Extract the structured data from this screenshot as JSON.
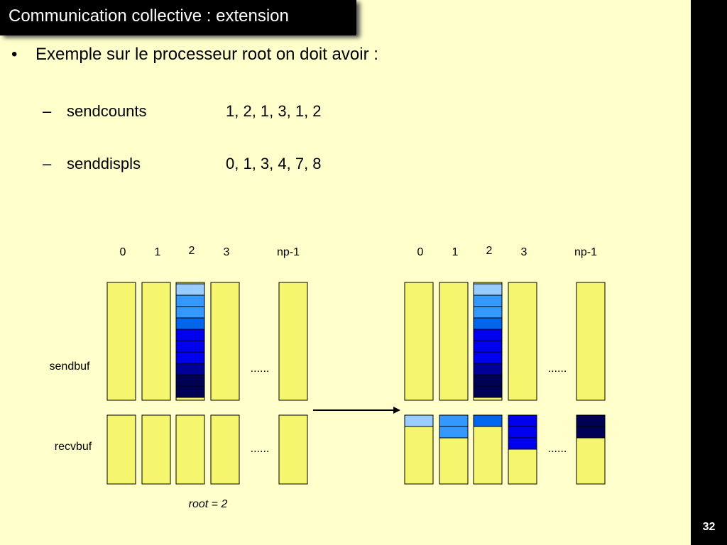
{
  "slide": {
    "title": "Communication collective : extension",
    "page_number": "32",
    "bullet": {
      "marker": "•",
      "text": "Exemple sur le processeur root on doit avoir :"
    },
    "sub_items": [
      {
        "marker": "–",
        "label": "sendcounts",
        "value": "1, 2, 1, 3, 1, 2"
      },
      {
        "marker": "–",
        "label": "senddispls",
        "value": "0, 1, 3, 4, 7, 8"
      }
    ]
  },
  "diagram": {
    "column_labels": [
      "0",
      "1",
      "2",
      "3",
      "np-1"
    ],
    "sendbuf_label": "sendbuf",
    "recvbuf_label": "recvbuf",
    "ellipsis": "......",
    "root_label": "root = 2",
    "colors": {
      "buffer": "#f5f56e",
      "shades": [
        "#99ccff",
        "#3399ff",
        "#0066ee",
        "#0000ee",
        "#000099",
        "#000055"
      ]
    },
    "sendbuf_segments": [
      0,
      1,
      1,
      2,
      3,
      3,
      3,
      4,
      5,
      5
    ],
    "recvbuf_counts": [
      1,
      2,
      1,
      3,
      1,
      2
    ]
  }
}
